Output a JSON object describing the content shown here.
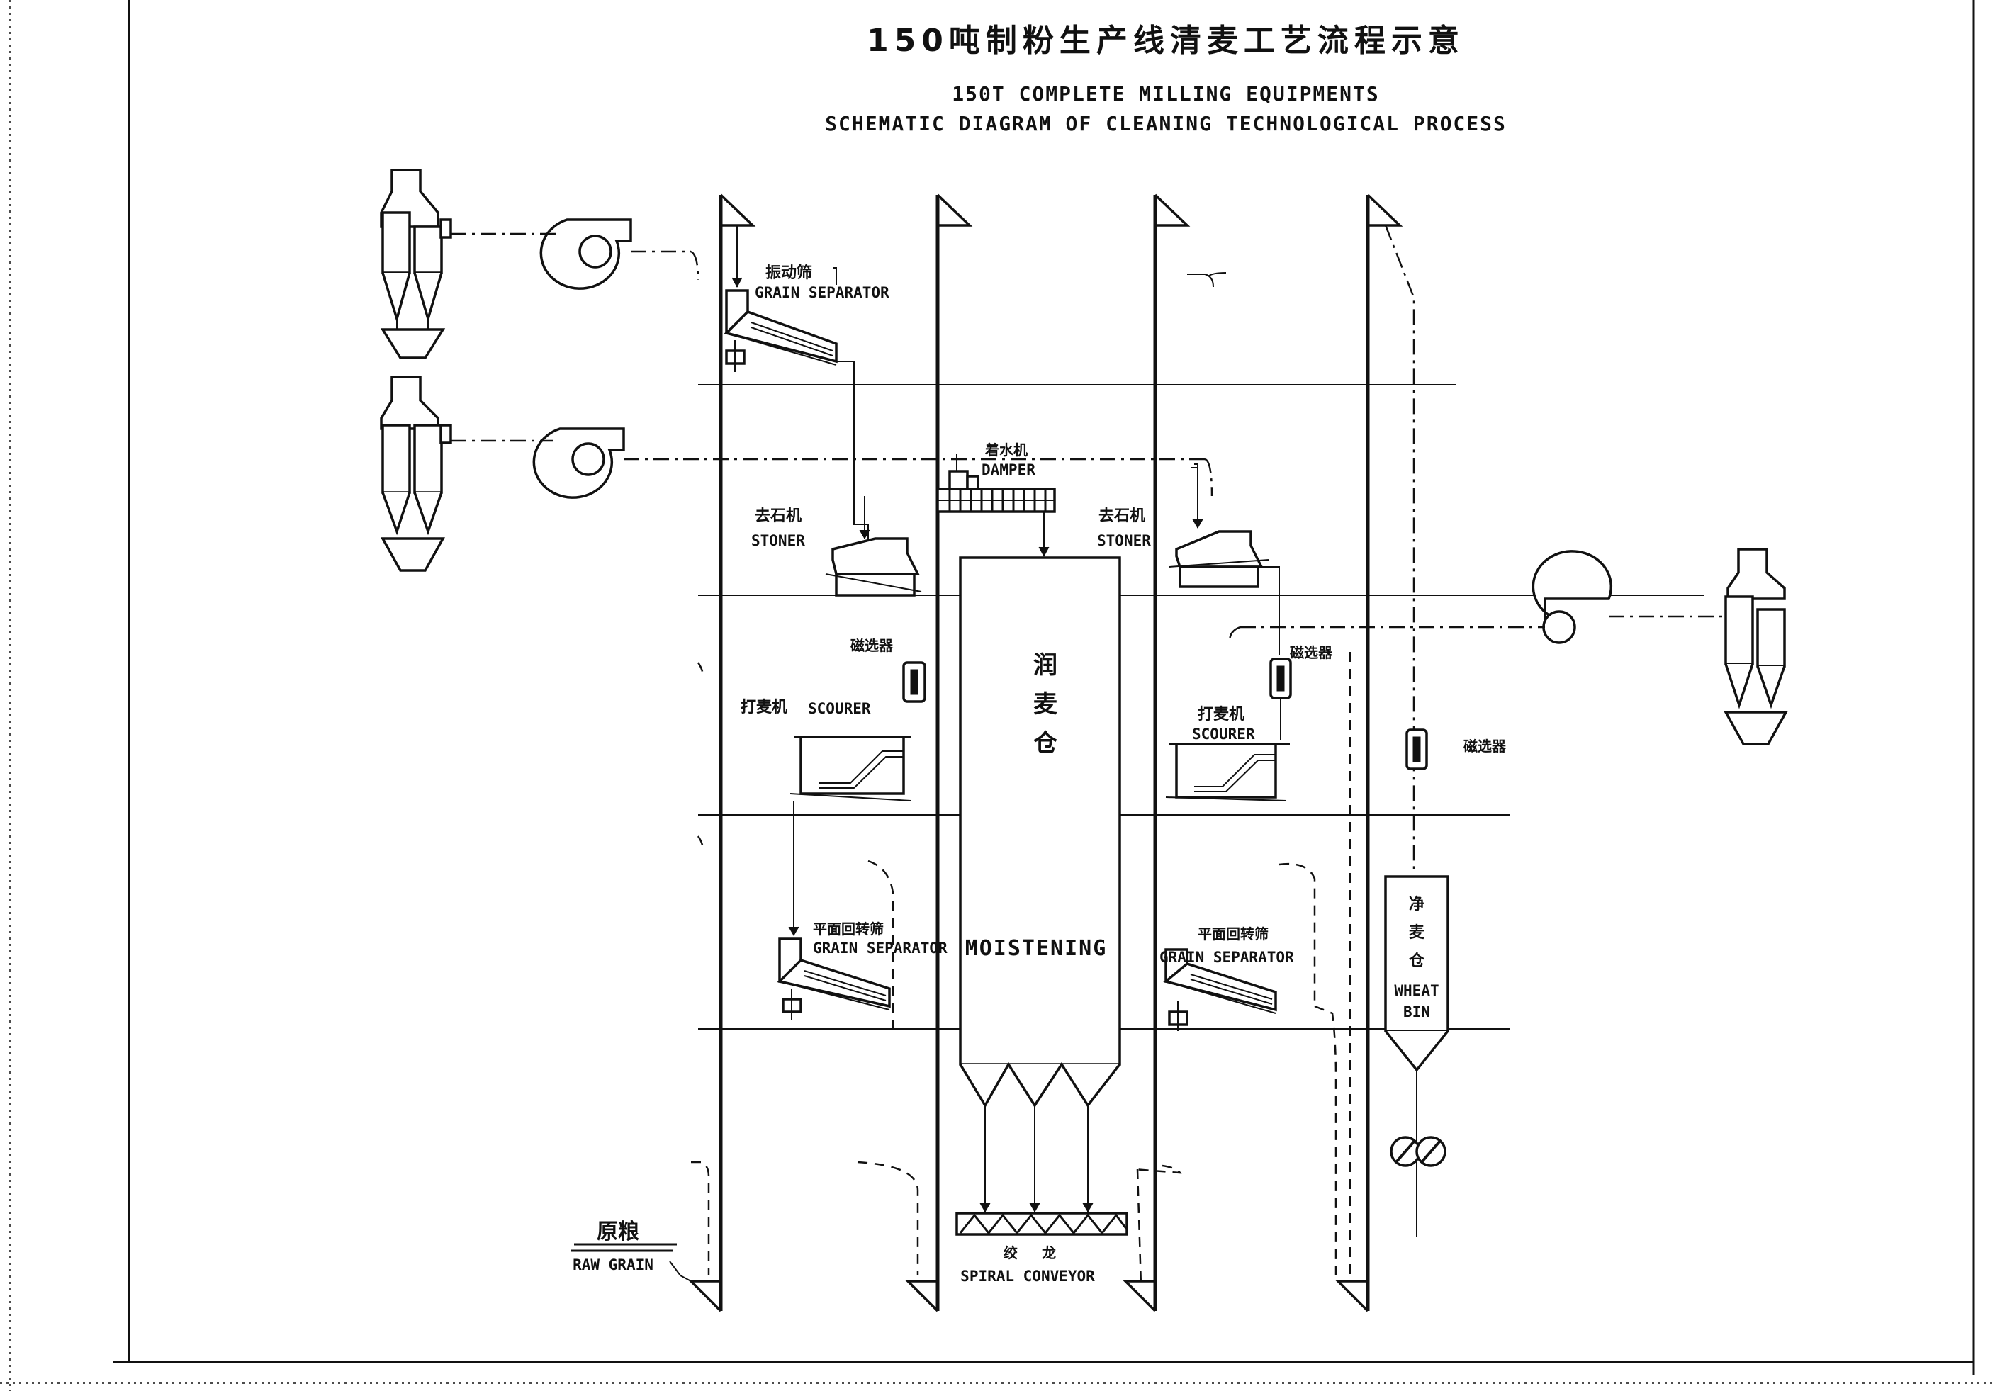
{
  "title": {
    "cn": "150吨制粉生产线清麦工艺流程示意",
    "en_line1": "150T COMPLETE MILLING EQUIPMENTS",
    "en_line2": "SCHEMATIC DIAGRAM OF CLEANING TECHNOLOGICAL PROCESS"
  },
  "labels": {
    "grain_separator_1_cn": "振动筛",
    "grain_separator_1_en": "GRAIN SEPARATOR",
    "damper_cn": "着水机",
    "damper_en": "DAMPER",
    "stoner_1_cn": "去石机",
    "stoner_1_en": "STONER",
    "stoner_2_cn": "去石机",
    "stoner_2_en": "STONER",
    "magnet_1_cn": "磁选器",
    "magnet_2_cn": "磁选器",
    "magnet_3_cn": "磁选器",
    "scourer_1_cn": "打麦机",
    "scourer_1_en": "SCOURER",
    "scourer_2_cn": "打麦机",
    "scourer_2_en": "SCOURER",
    "moistening_bin_cn_1": "润",
    "moistening_bin_cn_2": "麦",
    "moistening_bin_cn_3": "仓",
    "moistening_en": "MOISTENING",
    "grain_separator_2_cn": "平面回转筛",
    "grain_separator_2_en": "GRAIN SEPARATOR",
    "grain_separator_3_cn": "平面回转筛",
    "grain_separator_3_en": "GRAIN SEPARATOR",
    "wheat_bin_cn_1": "净",
    "wheat_bin_cn_2": "麦",
    "wheat_bin_cn_3": "仓",
    "wheat_bin_en_1": "WHEAT",
    "wheat_bin_en_2": "BIN",
    "raw_grain_cn": "原粮",
    "raw_grain_en": "RAW GRAIN",
    "spiral_conveyor_cn": "绞龙",
    "spiral_conveyor_en": "SPIRAL CONVEYOR"
  }
}
